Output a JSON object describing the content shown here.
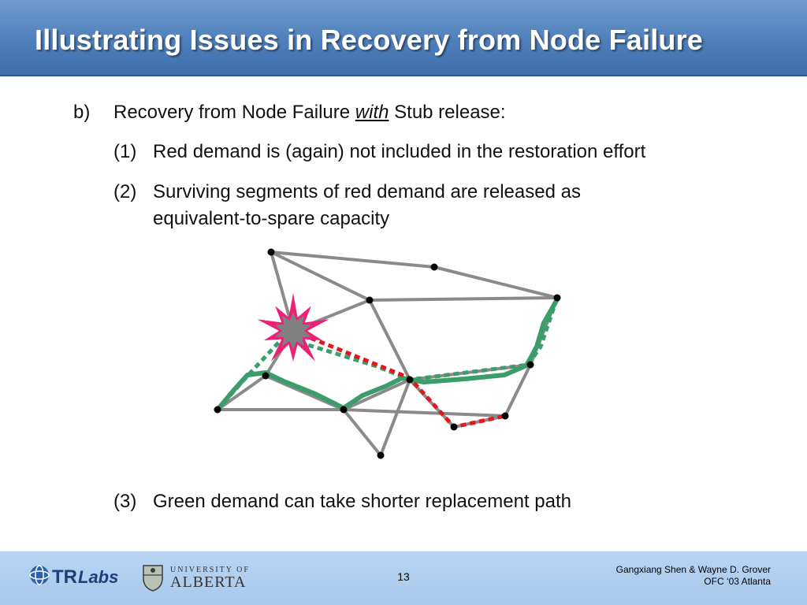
{
  "slide": {
    "title": "Illustrating Issues in Recovery from Node Failure",
    "section": {
      "marker": "b)",
      "text_before": "Recovery from Node Failure",
      "emphasis": "with",
      "text_after": "Stub release:"
    },
    "items": [
      {
        "marker": "(1)",
        "lines": [
          "Red demand is (again) not included in the restoration effort"
        ]
      },
      {
        "marker": "(2)",
        "lines": [
          "Surviving segments of red demand are released as",
          "equivalent-to-spare capacity"
        ]
      },
      {
        "marker": "(3)",
        "lines": [
          "Green demand can take shorter replacement path"
        ]
      }
    ]
  },
  "diagram": {
    "colors": {
      "link": "#8a8a8a",
      "node": "#000000",
      "failed_node": "#808080",
      "burst": "#ee1f76",
      "red_demand": "#e0191e",
      "green_demand": "#3b9d69",
      "green_dotted": "#3b9d69"
    },
    "failed_node": "A",
    "node_ids": [
      "A",
      "B",
      "C",
      "D",
      "E",
      "F",
      "G",
      "H",
      "I",
      "J",
      "K",
      "L",
      "M"
    ],
    "links": [
      [
        "B",
        "C"
      ],
      [
        "C",
        "D"
      ],
      [
        "B",
        "E"
      ],
      [
        "B",
        "A"
      ],
      [
        "D",
        "E"
      ],
      [
        "E",
        "A"
      ],
      [
        "D",
        "F"
      ],
      [
        "E",
        "H"
      ],
      [
        "H",
        "F"
      ],
      [
        "F",
        "G"
      ],
      [
        "A",
        "K"
      ],
      [
        "K",
        "I"
      ],
      [
        "K",
        "J"
      ],
      [
        "I",
        "J"
      ],
      [
        "J",
        "H"
      ],
      [
        "J",
        "M"
      ],
      [
        "J",
        "G"
      ],
      [
        "M",
        "H"
      ],
      [
        "G",
        "L"
      ],
      [
        "L",
        "H"
      ]
    ]
  },
  "footer": {
    "page_number": "13",
    "authors": "Gangxiang Shen & Wayne D. Grover",
    "venue": "OFC ‘03 Atlanta",
    "logo_tr_text": "TR",
    "logo_labs_text": "Labs",
    "logo_ua_line1": "UNIVERSITY OF",
    "logo_ua_line2": "ALBERTA",
    "logo_tr_icon": "globe-icon",
    "logo_ua_icon": "crest-icon"
  }
}
